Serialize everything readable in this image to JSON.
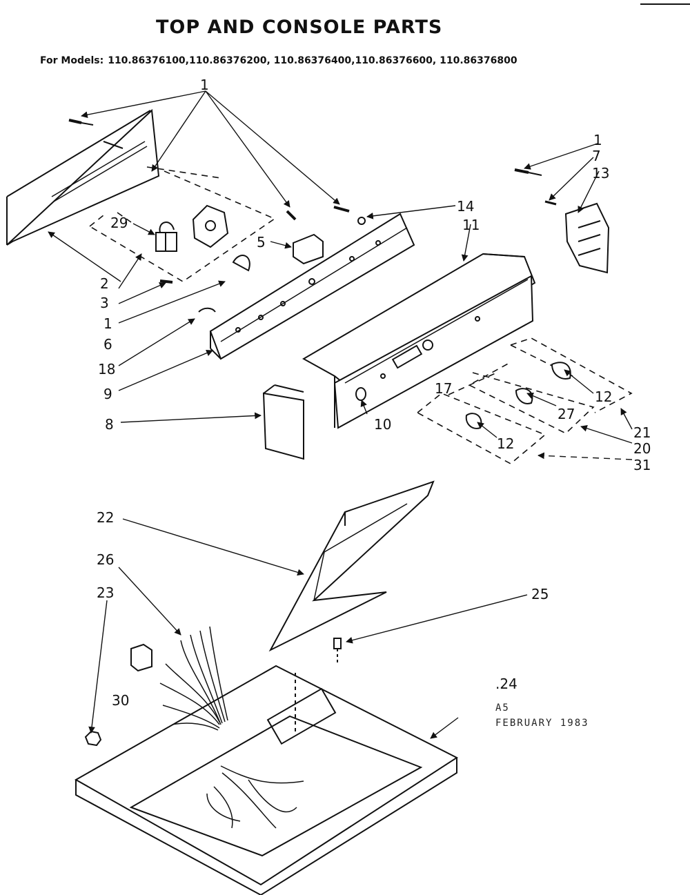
{
  "title": "TOP AND CONSOLE PARTS",
  "models": {
    "prefix": "For Models:",
    "list": "110.86376100,110.86376200, 110.86376400,110.86376600, 110.86376800"
  },
  "notes": {
    "code": "A5",
    "date": "FEBRUARY 1983"
  },
  "callouts": [
    "1",
    "2",
    "3",
    "1",
    "6",
    "18",
    "9",
    "8",
    "29",
    "5",
    "14",
    "11",
    "1",
    "7",
    "13",
    "10",
    "17",
    "12",
    "27",
    "12",
    "21",
    "20",
    "31",
    "22",
    "26",
    "23",
    "30",
    "25",
    ".24"
  ]
}
